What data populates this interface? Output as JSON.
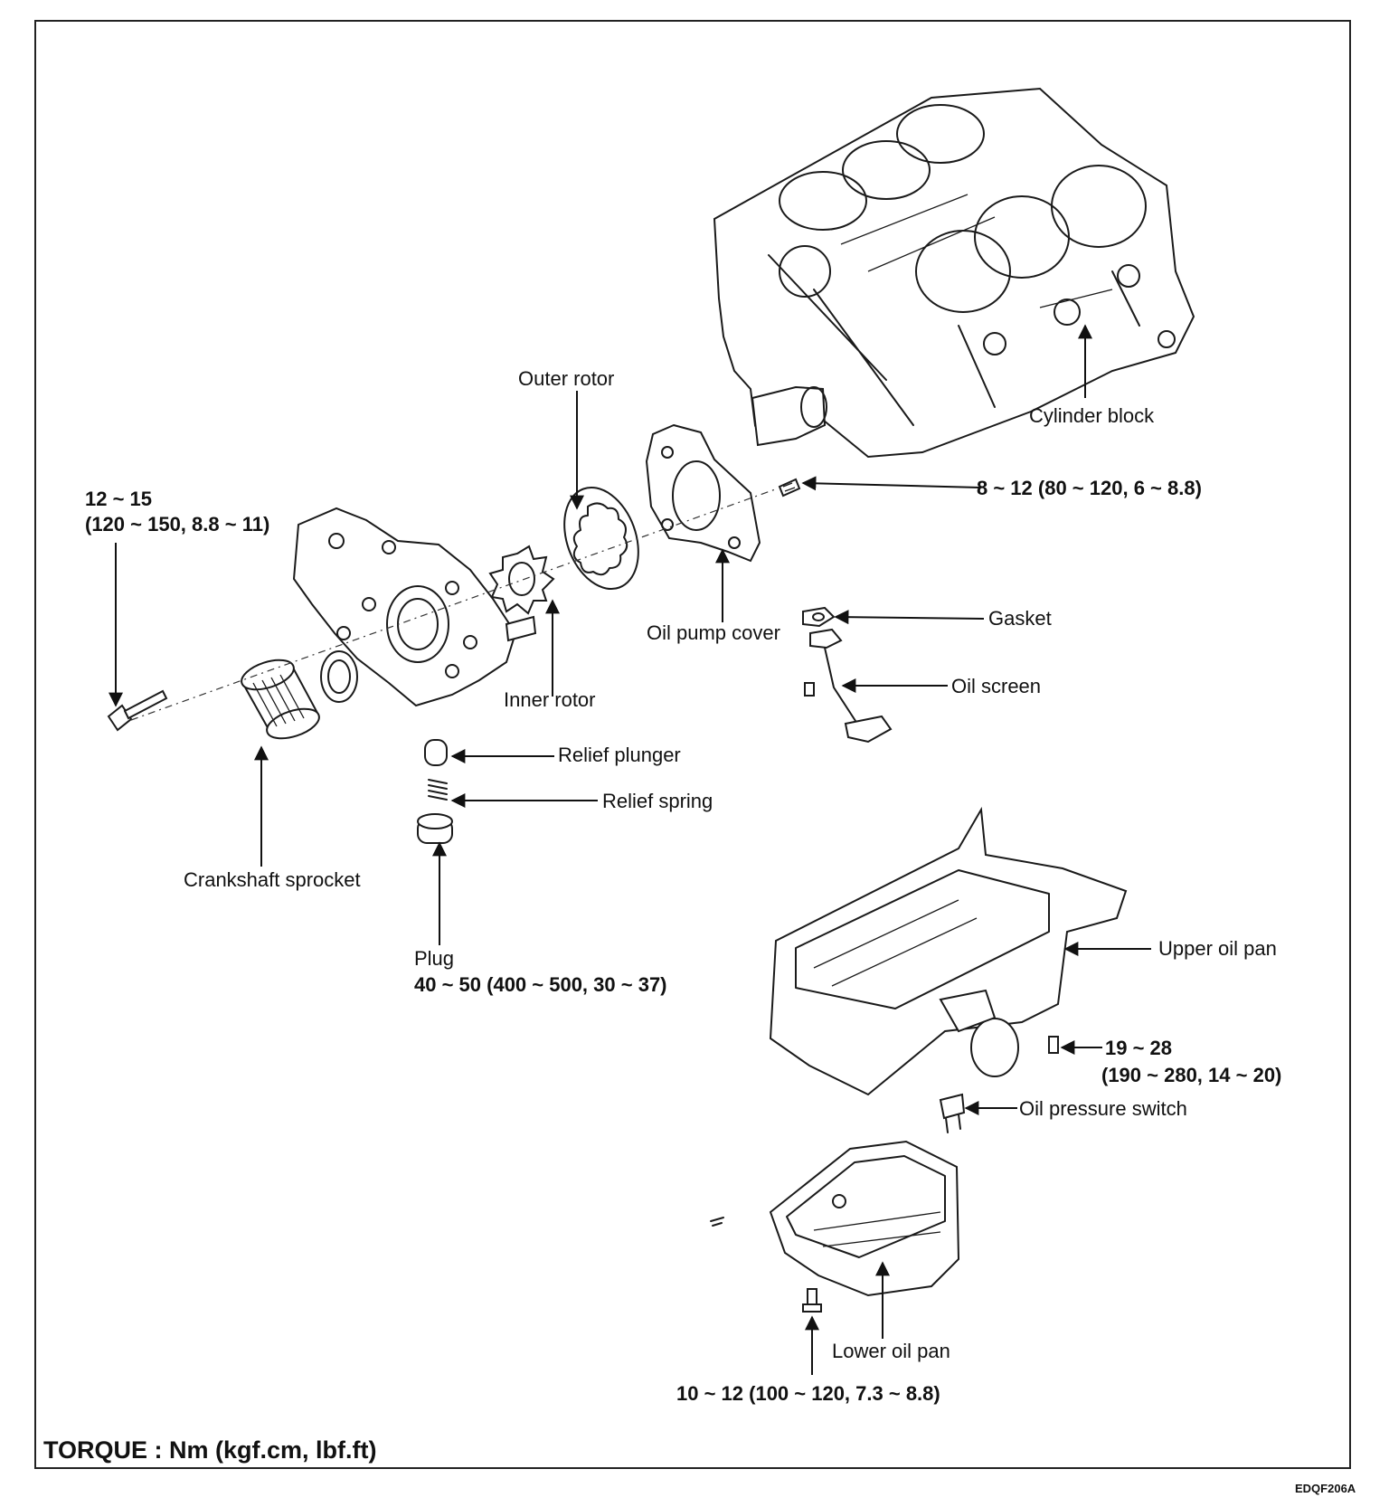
{
  "parts": {
    "cylinder_block": "Cylinder block",
    "outer_rotor": "Outer rotor",
    "inner_rotor": "Inner rotor",
    "oil_pump_cover": "Oil pump cover",
    "gasket": "Gasket",
    "oil_screen": "Oil screen",
    "relief_plunger": "Relief plunger",
    "relief_spring": "Relief spring",
    "crankshaft_sprocket": "Crankshaft sprocket",
    "plug": "Plug",
    "upper_oil_pan": "Upper oil pan",
    "oil_pressure_switch": "Oil pressure switch",
    "lower_oil_pan": "Lower oil pan"
  },
  "torques": {
    "pump_bolt_line1": "12 ~ 15",
    "pump_bolt_line2": "(120 ~ 150, 8.8 ~ 11)",
    "cover_screw": "8 ~ 12 (80 ~ 120, 6 ~ 8.8)",
    "plug": "40 ~ 50 (400 ~ 500, 30 ~ 37)",
    "upper_pan_bolt_line1": "19 ~ 28",
    "upper_pan_bolt_line2": "(190 ~ 280, 14 ~ 20)",
    "lower_pan_bolt": "10 ~ 12 (100 ~ 120, 7.3 ~ 8.8)"
  },
  "footer": {
    "torque_units": "TORQUE : Nm (kgf.cm, lbf.ft)",
    "figure_code": "EDQF206A"
  }
}
